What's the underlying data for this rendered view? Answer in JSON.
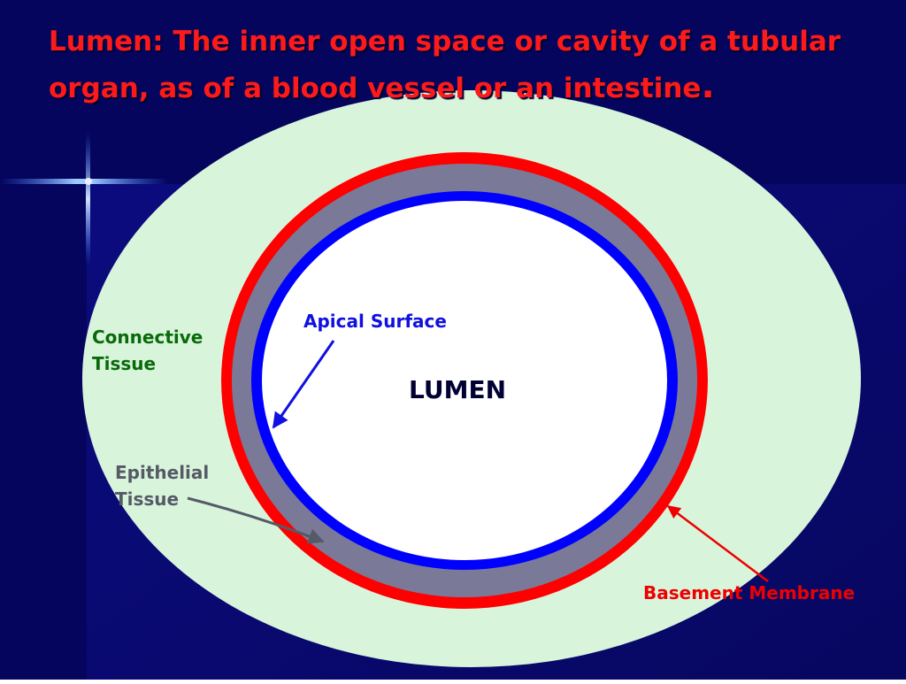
{
  "slide": {
    "title_text": "Lumen:  The inner open space or cavity of a tubular organ, as of a blood vessel or an intestine",
    "title_period": "."
  },
  "labels": {
    "connective": [
      "Connective",
      "Tissue"
    ],
    "epithelial": [
      "Epithelial",
      "Tissue"
    ],
    "apical": "Apical Surface",
    "lumen": "LUMEN",
    "basement": "Basement Membrane"
  },
  "colors": {
    "background": "#0a0a78",
    "title": "#ff1a1a",
    "connective_tissue": "#d8f5dc",
    "basement_membrane": "#ff0000",
    "epithelial_tissue": "#7a7a98",
    "apical_surface": "#0000ff",
    "lumen": "#ffffff"
  }
}
